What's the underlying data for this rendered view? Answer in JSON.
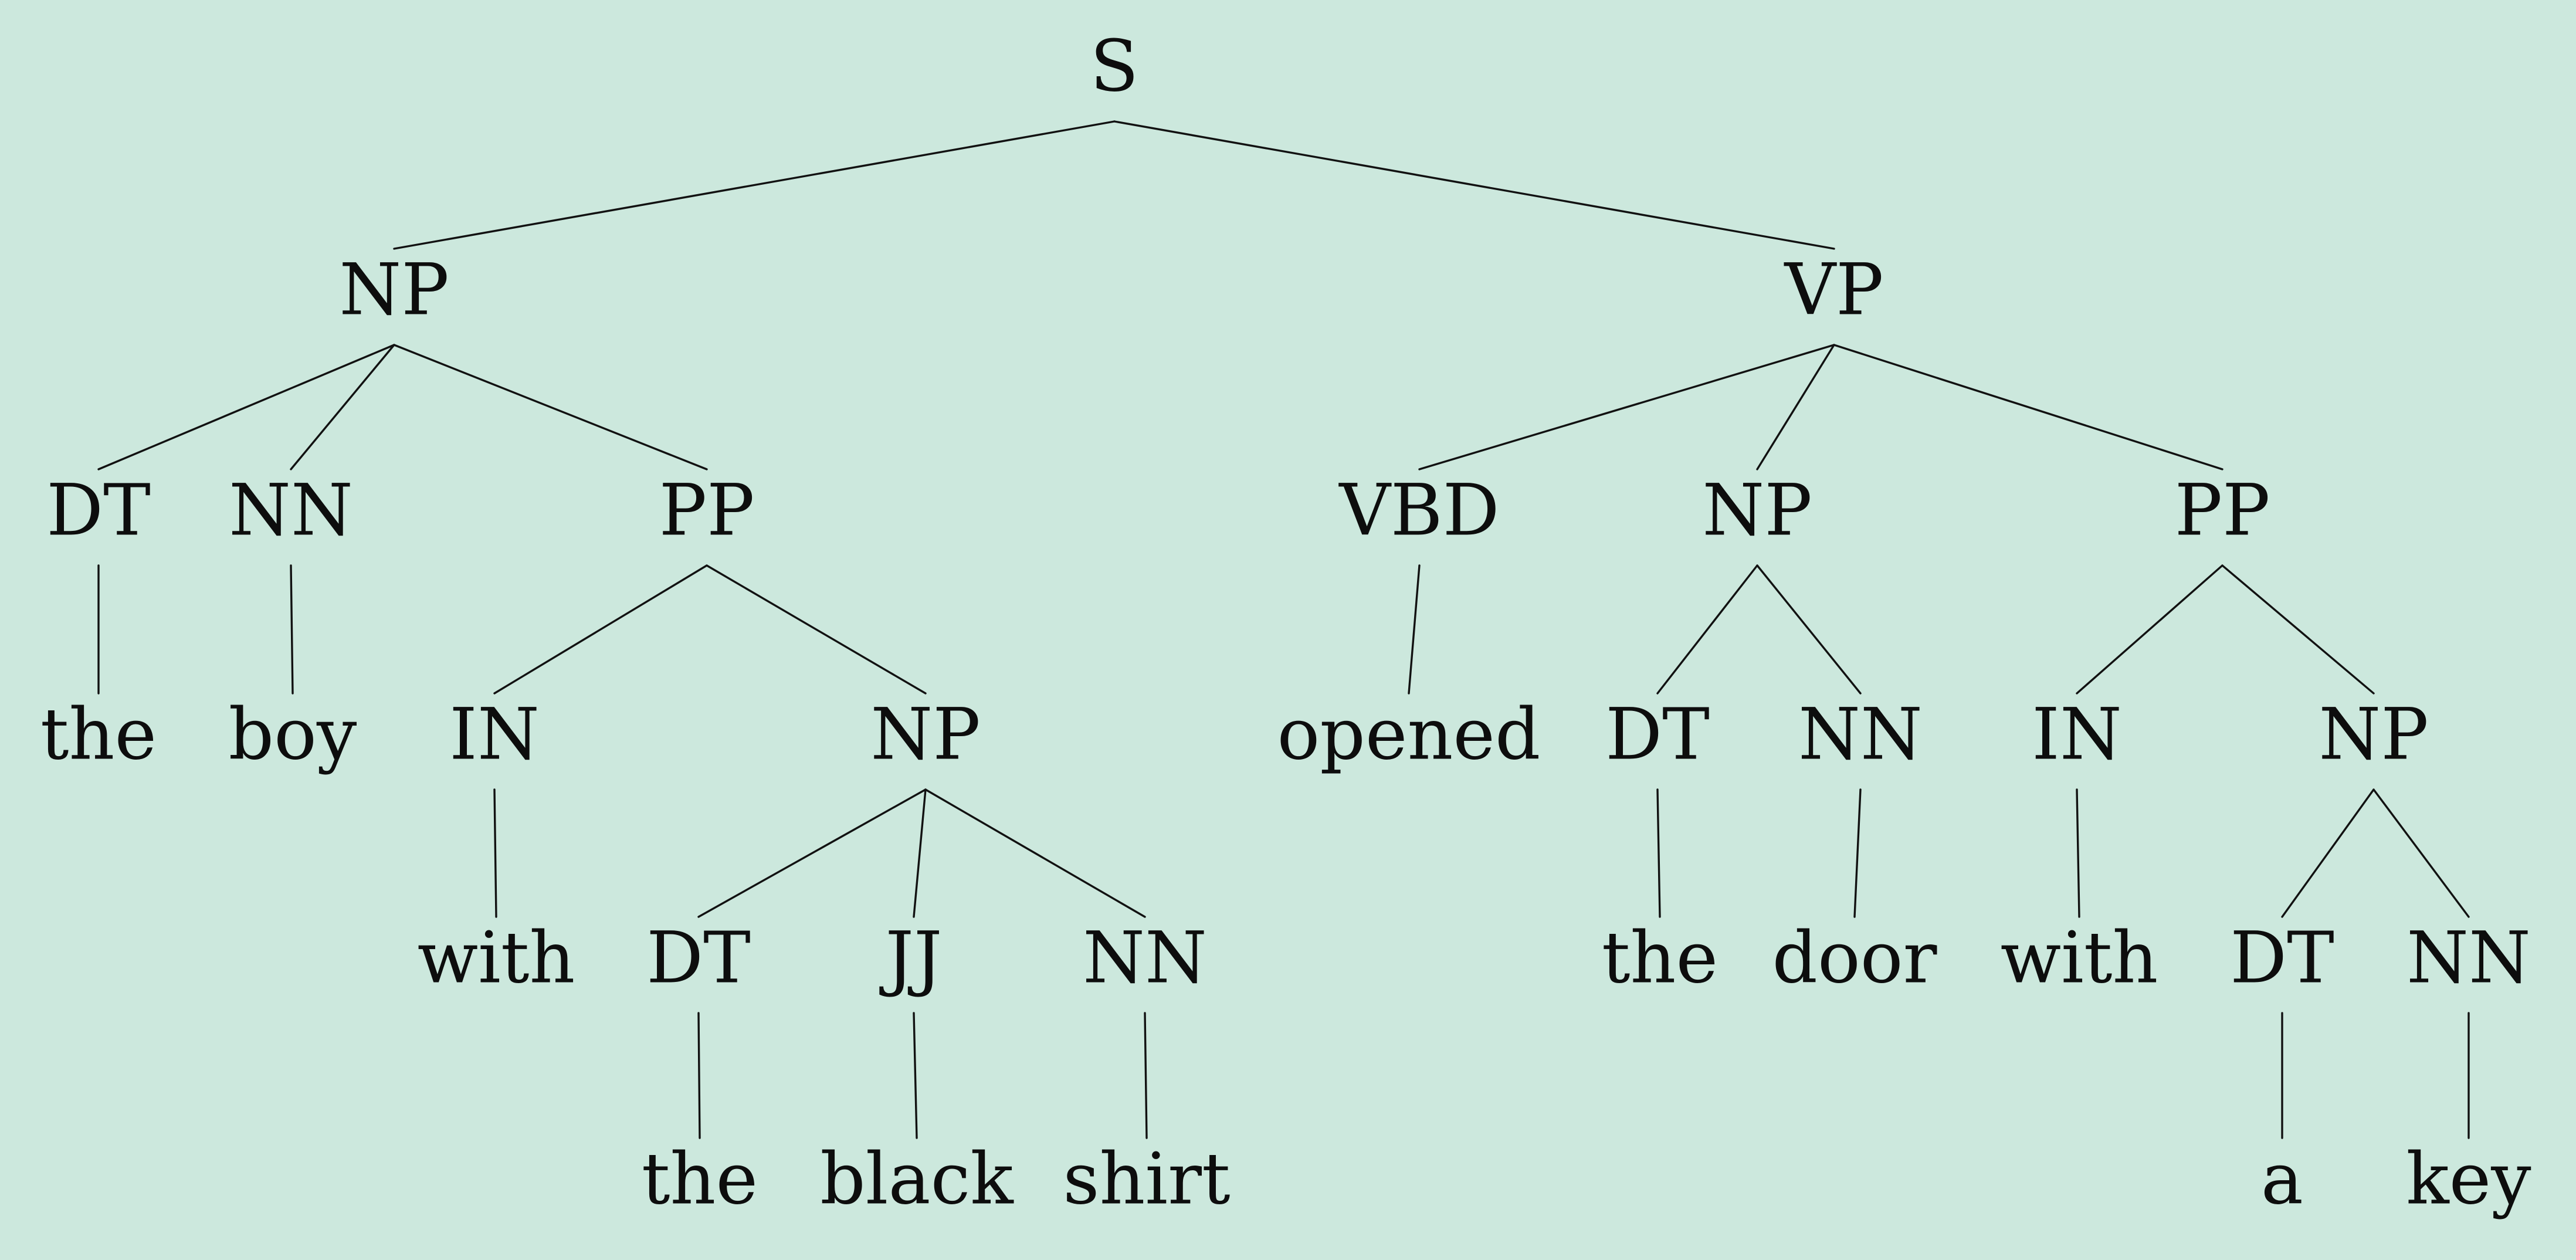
{
  "background_color": "#cce8dd",
  "ink_color": "#111111",
  "nodes": [
    {
      "id": "s",
      "label": "S"
    },
    {
      "id": "np1",
      "label": "NP"
    },
    {
      "id": "vp",
      "label": "VP"
    },
    {
      "id": "dt1",
      "label": "DT"
    },
    {
      "id": "nn1",
      "label": "NN"
    },
    {
      "id": "pp1",
      "label": "PP"
    },
    {
      "id": "w_the1",
      "label": "the"
    },
    {
      "id": "w_boy",
      "label": "boy"
    },
    {
      "id": "in1",
      "label": "IN"
    },
    {
      "id": "np2",
      "label": "NP"
    },
    {
      "id": "w_with1",
      "label": "with"
    },
    {
      "id": "dt2",
      "label": "DT"
    },
    {
      "id": "jj",
      "label": "JJ"
    },
    {
      "id": "nn2",
      "label": "NN"
    },
    {
      "id": "w_the2",
      "label": "the"
    },
    {
      "id": "w_black",
      "label": "black"
    },
    {
      "id": "w_shirt",
      "label": "shirt"
    },
    {
      "id": "vbd",
      "label": "VBD"
    },
    {
      "id": "np3",
      "label": "NP"
    },
    {
      "id": "pp2",
      "label": "PP"
    },
    {
      "id": "w_opened",
      "label": "opened"
    },
    {
      "id": "dt3",
      "label": "DT"
    },
    {
      "id": "nn3",
      "label": "NN"
    },
    {
      "id": "w_the3",
      "label": "the"
    },
    {
      "id": "w_door",
      "label": "door"
    },
    {
      "id": "in2",
      "label": "IN"
    },
    {
      "id": "np4",
      "label": "NP"
    },
    {
      "id": "w_with2",
      "label": "with"
    },
    {
      "id": "dt4",
      "label": "DT"
    },
    {
      "id": "nn4",
      "label": "NN"
    },
    {
      "id": "w_a",
      "label": "a"
    },
    {
      "id": "w_key",
      "label": "key"
    }
  ],
  "edges": [
    [
      "s",
      "np1"
    ],
    [
      "s",
      "vp"
    ],
    [
      "np1",
      "dt1"
    ],
    [
      "np1",
      "nn1"
    ],
    [
      "np1",
      "pp1"
    ],
    [
      "dt1",
      "w_the1"
    ],
    [
      "nn1",
      "w_boy"
    ],
    [
      "pp1",
      "in1"
    ],
    [
      "pp1",
      "np2"
    ],
    [
      "in1",
      "w_with1"
    ],
    [
      "np2",
      "dt2"
    ],
    [
      "np2",
      "jj"
    ],
    [
      "np2",
      "nn2"
    ],
    [
      "dt2",
      "w_the2"
    ],
    [
      "jj",
      "w_black"
    ],
    [
      "nn2",
      "w_shirt"
    ],
    [
      "vp",
      "vbd"
    ],
    [
      "vp",
      "np3"
    ],
    [
      "vp",
      "pp2"
    ],
    [
      "vbd",
      "w_opened"
    ],
    [
      "np3",
      "dt3"
    ],
    [
      "np3",
      "nn3"
    ],
    [
      "dt3",
      "w_the3"
    ],
    [
      "nn3",
      "w_door"
    ],
    [
      "pp2",
      "in2"
    ],
    [
      "pp2",
      "np4"
    ],
    [
      "in2",
      "w_with2"
    ],
    [
      "np4",
      "dt4"
    ],
    [
      "np4",
      "nn4"
    ],
    [
      "dt4",
      "w_a"
    ],
    [
      "nn4",
      "w_key"
    ]
  ]
}
